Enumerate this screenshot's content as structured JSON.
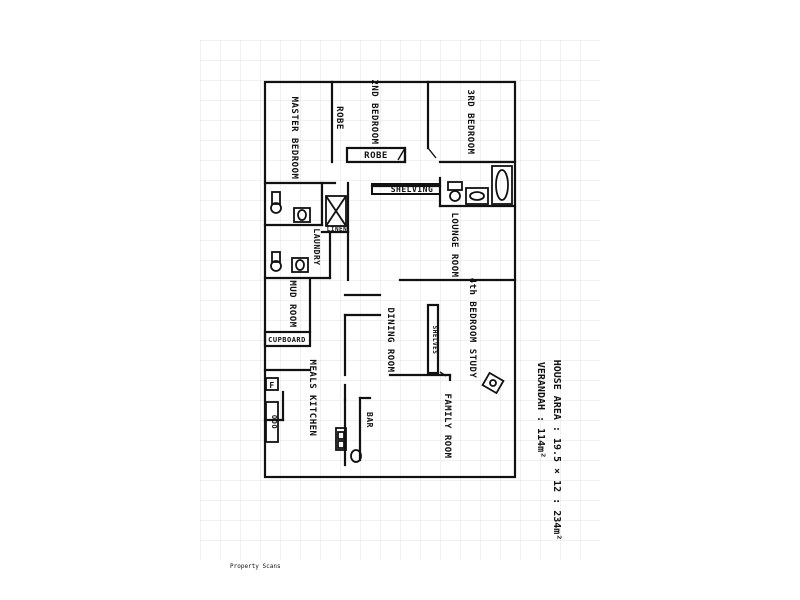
{
  "colors": {
    "ink": "#111111",
    "grid": "#d8d8d8",
    "paper": "#ffffff",
    "faint": "#bbbbbb"
  },
  "rooms": {
    "master_bedroom": "MASTER BEDROOM",
    "robe_master": "ROBE",
    "bedroom_2": "2ND BEDROOM",
    "robe_2": "ROBE",
    "bedroom_3": "3RD BEDROOM",
    "shelving": "SHELVING",
    "linen": "LINEN",
    "laundry": "LAUNDRY",
    "lounge": "LOUNGE ROOM",
    "mud_room": "MUD ROOM",
    "cupboard": "CUPBOARD",
    "shelves": "SHELVES",
    "dining": "DINING ROOM",
    "study": "4th BEDROOM STUDY",
    "meals_kitchen": "MEALS KITCHEN",
    "bar": "BAR",
    "family": "FAMILY ROOM",
    "fridge_mark": "F",
    "stove_mark": "OOO"
  },
  "notes": {
    "house_area": "HOUSE AREA : 19.5 × 12 : 234m²",
    "verandah": "VERANDAH : 114m²",
    "footer": "Property Scans"
  }
}
